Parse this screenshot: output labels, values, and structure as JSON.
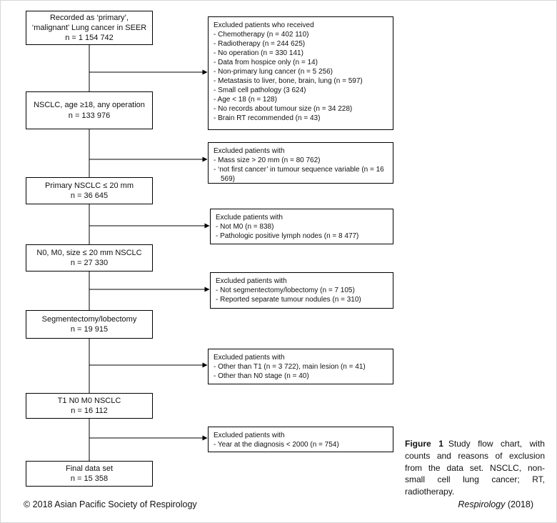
{
  "figure": {
    "steps": [
      {
        "title_lines": [
          "Recorded as ‘primary’,",
          "‘malignant’ Lung cancer in SEER"
        ],
        "count": "n = 1 154 742"
      },
      {
        "title_lines": [
          "NSCLC, age ≥18, any operation"
        ],
        "count": "n = 133 976"
      },
      {
        "title_lines": [
          "Primary NSCLC ≤ 20 mm"
        ],
        "count": "n = 36 645"
      },
      {
        "title_lines": [
          "N0, M0, size ≤ 20 mm NSCLC"
        ],
        "count": "n = 27 330"
      },
      {
        "title_lines": [
          "Segmentectomy/lobectomy"
        ],
        "count": "n = 19 915"
      },
      {
        "title_lines": [
          "T1 N0 M0 NSCLC"
        ],
        "count": "n = 16 112"
      },
      {
        "title_lines": [
          "Final data set"
        ],
        "count": "n = 15 358"
      }
    ],
    "exclusions": [
      {
        "header": "Excluded patients who received",
        "items": [
          "- Chemotherapy (n = 402 110)",
          "- Radiotherapy (n = 244 625)",
          "- No operation (n = 330 141)",
          "- Data from hospice only (n = 14)",
          "- Non-primary lung cancer (n = 5 256)",
          "- Metastasis to liver, bone, brain, lung (n = 597)",
          "- Small cell pathology (3 624)",
          "- Age < 18 (n = 128)",
          "- No records about tumour size (n = 34 228)",
          "- Brain RT recommended (n = 43)"
        ]
      },
      {
        "header": "Excluded patients with",
        "items": [
          "- Mass size > 20 mm (n = 80 762)",
          "- ‘not first cancer’ in tumour sequence variable (n = 16 569)"
        ]
      },
      {
        "header": "Exclude patients with",
        "items": [
          "- Not M0 (n = 838)",
          "- Pathologic positive lymph nodes (n = 8 477)"
        ]
      },
      {
        "header": "Excluded patients with",
        "items": [
          "- Not segmentectomy/lobectomy (n = 7 105)",
          "- Reported separate tumour nodules (n = 310)"
        ]
      },
      {
        "header": "Excluded patients with",
        "items": [
          "- Other than T1 (n = 3 722), main lesion (n = 41)",
          "- Other than N0 stage (n = 40)"
        ]
      },
      {
        "header": "Excluded patients with",
        "items": [
          "- Year at the diagnosis < 2000 (n = 754)"
        ]
      }
    ],
    "caption": {
      "label": "Figure 1",
      "text": "Study flow chart, with counts and reasons of exclusion from the data set. NSCLC, non-small cell lung cancer; RT, radiotherapy."
    }
  },
  "footer": {
    "left": "© 2018 Asian Pacific Society of Respirology",
    "journal": "Respirology",
    "year": " (2018)"
  },
  "colors": {
    "background": "#ffffff",
    "box_border": "#000000",
    "text": "#111111"
  }
}
